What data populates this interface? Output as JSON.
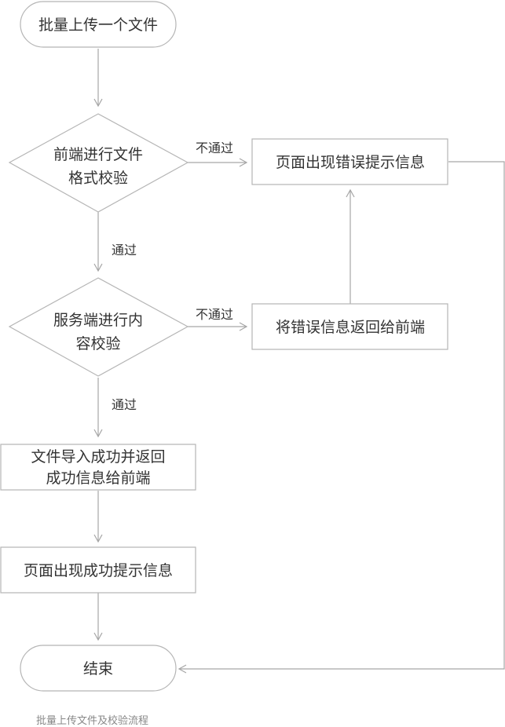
{
  "diagram": {
    "nodes": {
      "start": {
        "label": "批量上传一个文件"
      },
      "frontend_check": {
        "label_line1": "前端进行文件",
        "label_line2": "格式校验"
      },
      "error_page": {
        "label": "页面出现错误提示信息"
      },
      "server_check": {
        "label_line1": "服务端进行内",
        "label_line2": "容校验"
      },
      "return_error": {
        "label": "将错误信息返回给前端"
      },
      "import_success": {
        "label_line1": "文件导入成功并返回",
        "label_line2": "成功信息给前端"
      },
      "success_page": {
        "label": "页面出现成功提示信息"
      },
      "end": {
        "label": "结束"
      }
    },
    "edges": {
      "frontend_fail": {
        "label": "不通过"
      },
      "frontend_pass": {
        "label": "通过"
      },
      "server_fail": {
        "label": "不通过"
      },
      "server_pass": {
        "label": "通过"
      }
    },
    "caption": "批量上传文件及校验流程"
  }
}
